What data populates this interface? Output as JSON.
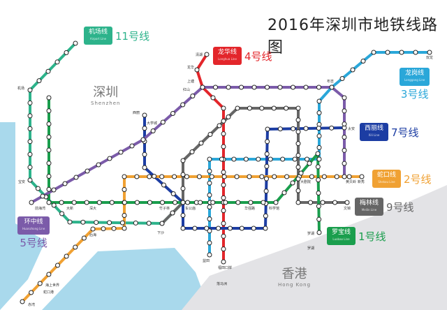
{
  "title": "2016年深圳市地铁线路图",
  "cities": {
    "shenzhen": {
      "zh": "深圳",
      "en": "Shenzhen"
    },
    "hongkong": {
      "zh": "香港",
      "en": "Hong Kong"
    }
  },
  "colors": {
    "sea": "#a9d9ec",
    "hongkong_land": "#e3e3e6"
  },
  "lines": [
    {
      "id": "line11",
      "name": "机场线",
      "en": "Airport Line",
      "number": "11号线",
      "color": "#2db38b"
    },
    {
      "id": "line4",
      "name": "龙华线",
      "en": "Longhua Line",
      "number": "4号线",
      "color": "#e3262b"
    },
    {
      "id": "line3",
      "name": "龙岗线",
      "en": "Longgang Line",
      "number": "3号线",
      "color": "#2aa7d9"
    },
    {
      "id": "line7",
      "name": "西丽线",
      "en": "Xili Line",
      "number": "7号线",
      "color": "#1c3da3"
    },
    {
      "id": "line2",
      "name": "蛇口线",
      "en": "Shekou Line",
      "number": "2号线",
      "color": "#f0a133"
    },
    {
      "id": "line9",
      "name": "梅林线",
      "en": "Meilin Line",
      "number": "9号线",
      "color": "#666666"
    },
    {
      "id": "line1",
      "name": "罗宝线",
      "en": "Luobao Line",
      "number": "1号线",
      "color": "#1a9e4d"
    },
    {
      "id": "line5",
      "name": "环中线",
      "en": "Huanzhong Line",
      "number": "5号线",
      "color": "#7b5ba9"
    }
  ],
  "stations": {
    "qinghu": "清湖",
    "longhua": "龙华",
    "shangtang": "上塘",
    "hongshan": "红山",
    "airport": "机场",
    "baoan": "宝安",
    "qianhaiwan": "前海湾",
    "daxin": "大新",
    "shenda": "深大",
    "houhai": "后海",
    "chiwan": "赤湾",
    "shekougang": "蛇口港",
    "haishangshijie": "海上世界",
    "xili": "西丽",
    "daxuecheng": "大学城",
    "chegongmiao": "车公庙",
    "zhuzilin": "竹子林",
    "futian_checkpoint": "福田口岸",
    "luohu": "罗湖",
    "xinxiu": "新秀",
    "huangbeiling": "黄贝岭",
    "taian": "太安",
    "buji": "布吉",
    "shuanglong": "双龙",
    "yitian": "益田",
    "wenjin": "文锦",
    "dajuyuan": "大剧院",
    "kexueguan": "科学馆",
    "huaqianglu": "华强路",
    "xiasha": "下沙",
    "lok_ma_chau": "落马洲",
    "lo_wu": "罗湖"
  }
}
